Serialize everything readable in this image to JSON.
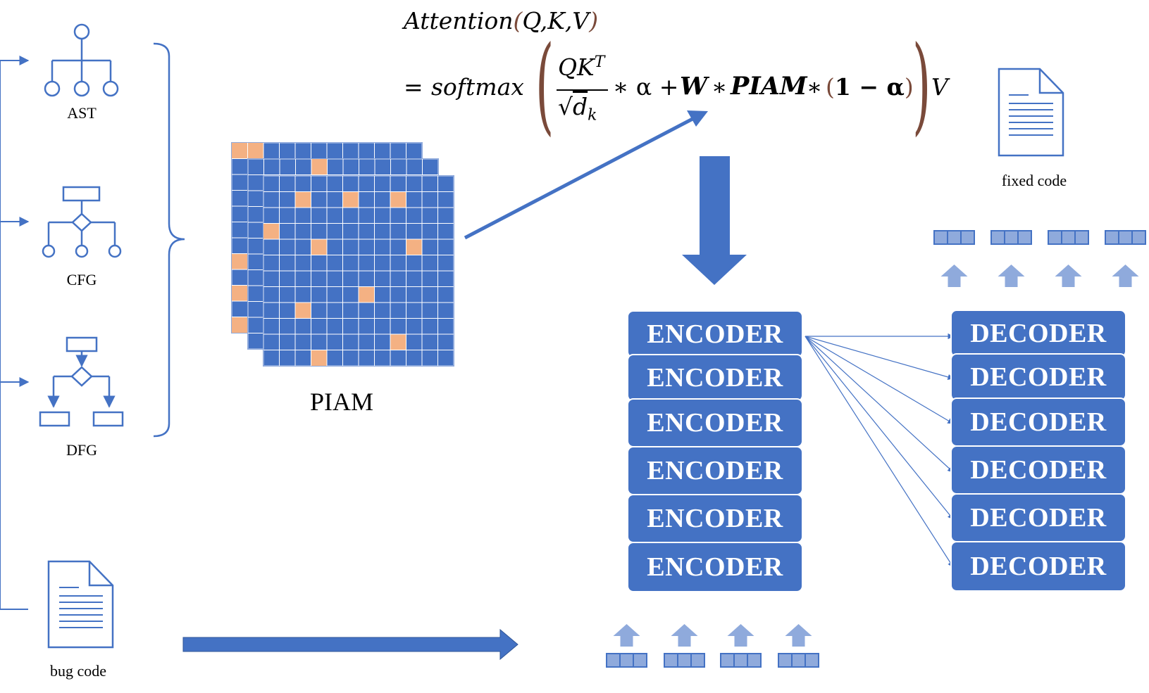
{
  "formula": {
    "line1": {
      "name": "Attention",
      "open": "(",
      "args": "Q,K,V",
      "close": ")"
    },
    "line2": {
      "eq": "=",
      "fn": "softmax",
      "numerator": "QK",
      "sup": "T",
      "denominator": "d",
      "sub": "k",
      "times_alpha": "∗ α +",
      "W": "W",
      "star1": "∗",
      "piam": "PIAM",
      "star2": "∗",
      "one_minus_alpha": "1 − α",
      "V": "V"
    }
  },
  "sources": {
    "ast": "AST",
    "cfg": "CFG",
    "dfg": "DFG",
    "bug_code": "bug code"
  },
  "piam_label": "PIAM",
  "fixed_code_label": "fixed code",
  "encoders": [
    "ENCODER",
    "ENCODER",
    "ENCODER",
    "ENCODER",
    "ENCODER",
    "ENCODER"
  ],
  "decoders": [
    "DECODER",
    "DECODER",
    "DECODER",
    "DECODER",
    "DECODER",
    "DECODER"
  ],
  "colors": {
    "primary": "#4472c4",
    "light": "#8faadc",
    "highlight": "#f4b183",
    "grid_line": "#ffffff",
    "paren": "#7a4a3a"
  }
}
